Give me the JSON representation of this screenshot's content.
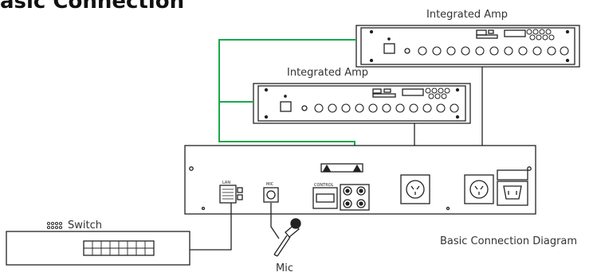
{
  "title": "asic Connection",
  "labels": {
    "amp_top": "Integrated Amp",
    "amp_mid": "Integrated Amp",
    "switch": "Switch",
    "mic": "Mic",
    "caption": "Basic Connection Diagram",
    "lan": "LAN",
    "mic_port": "MIC",
    "control": "CONTROL"
  },
  "colors": {
    "cable_green": "#1aa84a",
    "line": "#222222",
    "panel_fill": "#ffffff"
  }
}
